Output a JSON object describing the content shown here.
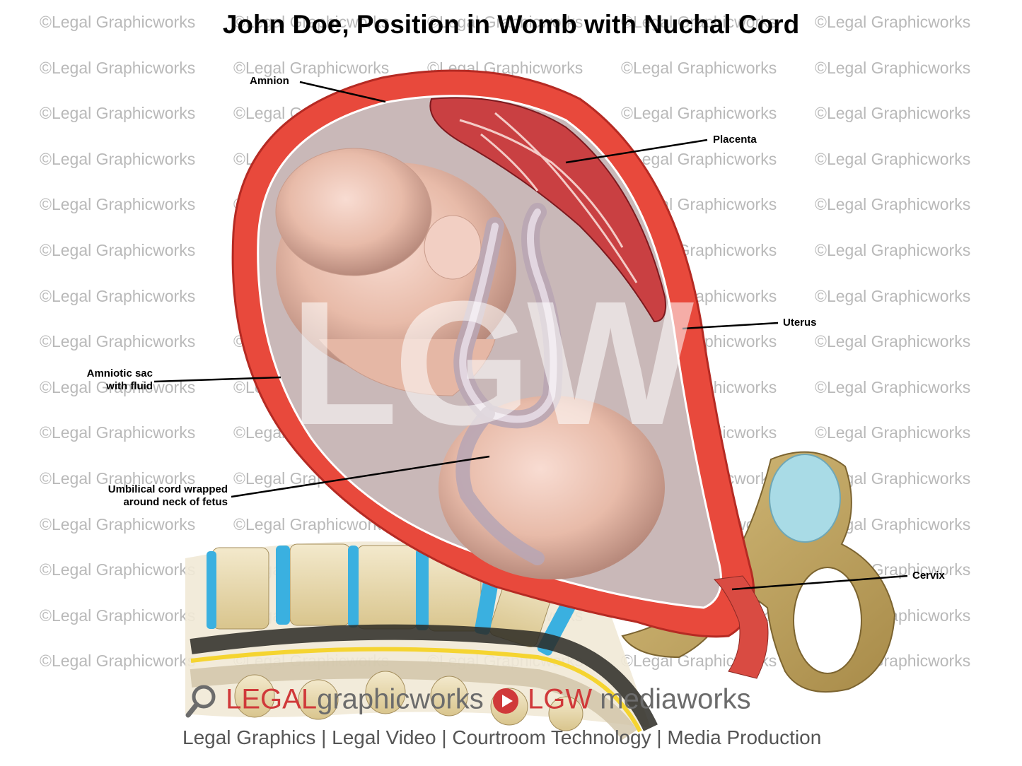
{
  "title": "John Doe, Position in Womb with Nuchal Cord",
  "watermark": "©Legal Graphicworks",
  "logo_mark": "LGW",
  "labels": {
    "amnion": "Amnion",
    "placenta": "Placenta",
    "uterus": "Uterus",
    "amniotic_sac_line1": "Amniotic sac",
    "amniotic_sac_line2": "with fluid",
    "umbilical_line1": "Umbilical cord wrapped",
    "umbilical_line2": "around neck of fetus",
    "cervix": "Cervix"
  },
  "footer": {
    "brand1_a": "LEGAL",
    "brand1_b": "graphicworks",
    "brand2_a": "LGW",
    "brand2_b": "mediaworks",
    "tagline": "Legal Graphics | Legal Video | Courtroom Technology | Media Production"
  },
  "colors": {
    "uterus": "#e8493c",
    "brand_red": "#d0393a",
    "disc_blue": "#3ab0e0",
    "bone": "#e9dcb6"
  }
}
